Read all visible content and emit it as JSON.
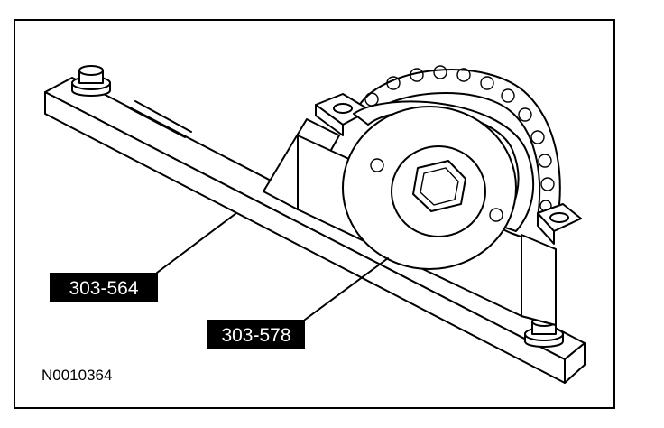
{
  "callouts": [
    {
      "label": "303-564"
    },
    {
      "label": "303-578"
    }
  ],
  "figure_id": "N0010364",
  "colors": {
    "ink": "#000000",
    "paper": "#ffffff",
    "callout_text": "#ffffff"
  }
}
